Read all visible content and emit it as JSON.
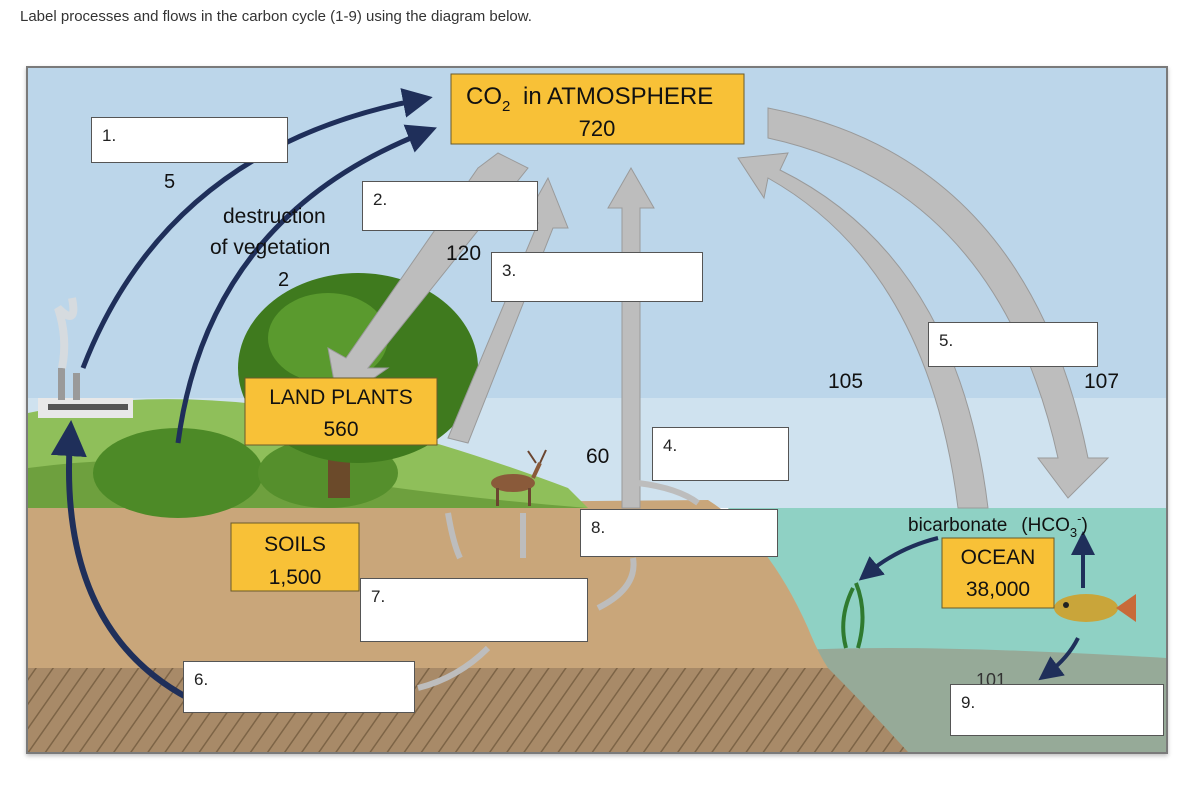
{
  "instruction": "Label processes and flows in the carbon cycle (1-9) using the diagram below.",
  "reservoirs": {
    "atmosphere": {
      "name": "in ATMOSPHERE",
      "co2_main": "CO",
      "co2_sub": "2",
      "value": "720"
    },
    "land_plants": {
      "name": "LAND PLANTS",
      "value": "560"
    },
    "soils": {
      "name": "SOILS",
      "value": "1,500"
    },
    "ocean": {
      "name": "OCEAN",
      "value": "38,000"
    }
  },
  "labels": {
    "destruction_line1": "destruction",
    "destruction_line2": "of vegetation",
    "destruction_value": "2",
    "flow_5": "5",
    "flow_120": "120",
    "flow_60": "60",
    "flow_105": "105",
    "flow_107": "107",
    "flow_101": "101",
    "bicarbonate": "bicarbonate",
    "hco3_main": "(HCO",
    "hco3_sub": "3",
    "hco3_sup": "-",
    "hco3_close": ")"
  },
  "answer_boxes": [
    "1.",
    "2.",
    "3.",
    "4.",
    "5.",
    "6.",
    "7.",
    "8.",
    "9."
  ],
  "colors": {
    "sky": "#bcd6ea",
    "soil": "#c9a67a",
    "bedrock": "#a98a66",
    "ocean": "#8fd1c4",
    "reservoir_box": "#f8c137",
    "arrow_dark": "#1f2f5a",
    "arrow_gray": "#bdbdbd",
    "tree": "#3f7a1e"
  }
}
